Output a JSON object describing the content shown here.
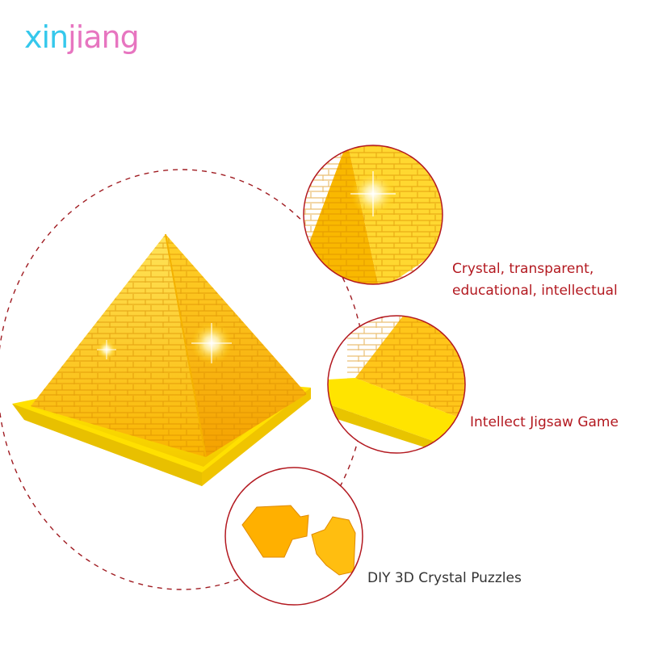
{
  "brand": {
    "logo_part1": "xin",
    "logo_part2": "jiang",
    "colors": {
      "xin": "#35c8ec",
      "jiang": "#e775c0"
    }
  },
  "features": [
    {
      "line1": "Crystal, transparent,",
      "line2": "educational, intellectual"
    },
    {
      "line1": "Intellect Jigsaw Game"
    },
    {
      "line1": "DIY  3D Crystal Puzzles"
    }
  ],
  "colors": {
    "accent_red": "#b31920",
    "crystal_yellow": "#ffd21a",
    "crystal_orange": "#f7a300"
  },
  "images": {
    "main": "yellow-crystal-pyramid-puzzle",
    "detail_1": "pyramid-apex-closeup",
    "detail_2": "pyramid-base-corner-closeup",
    "detail_3": "loose-puzzle-pieces"
  }
}
